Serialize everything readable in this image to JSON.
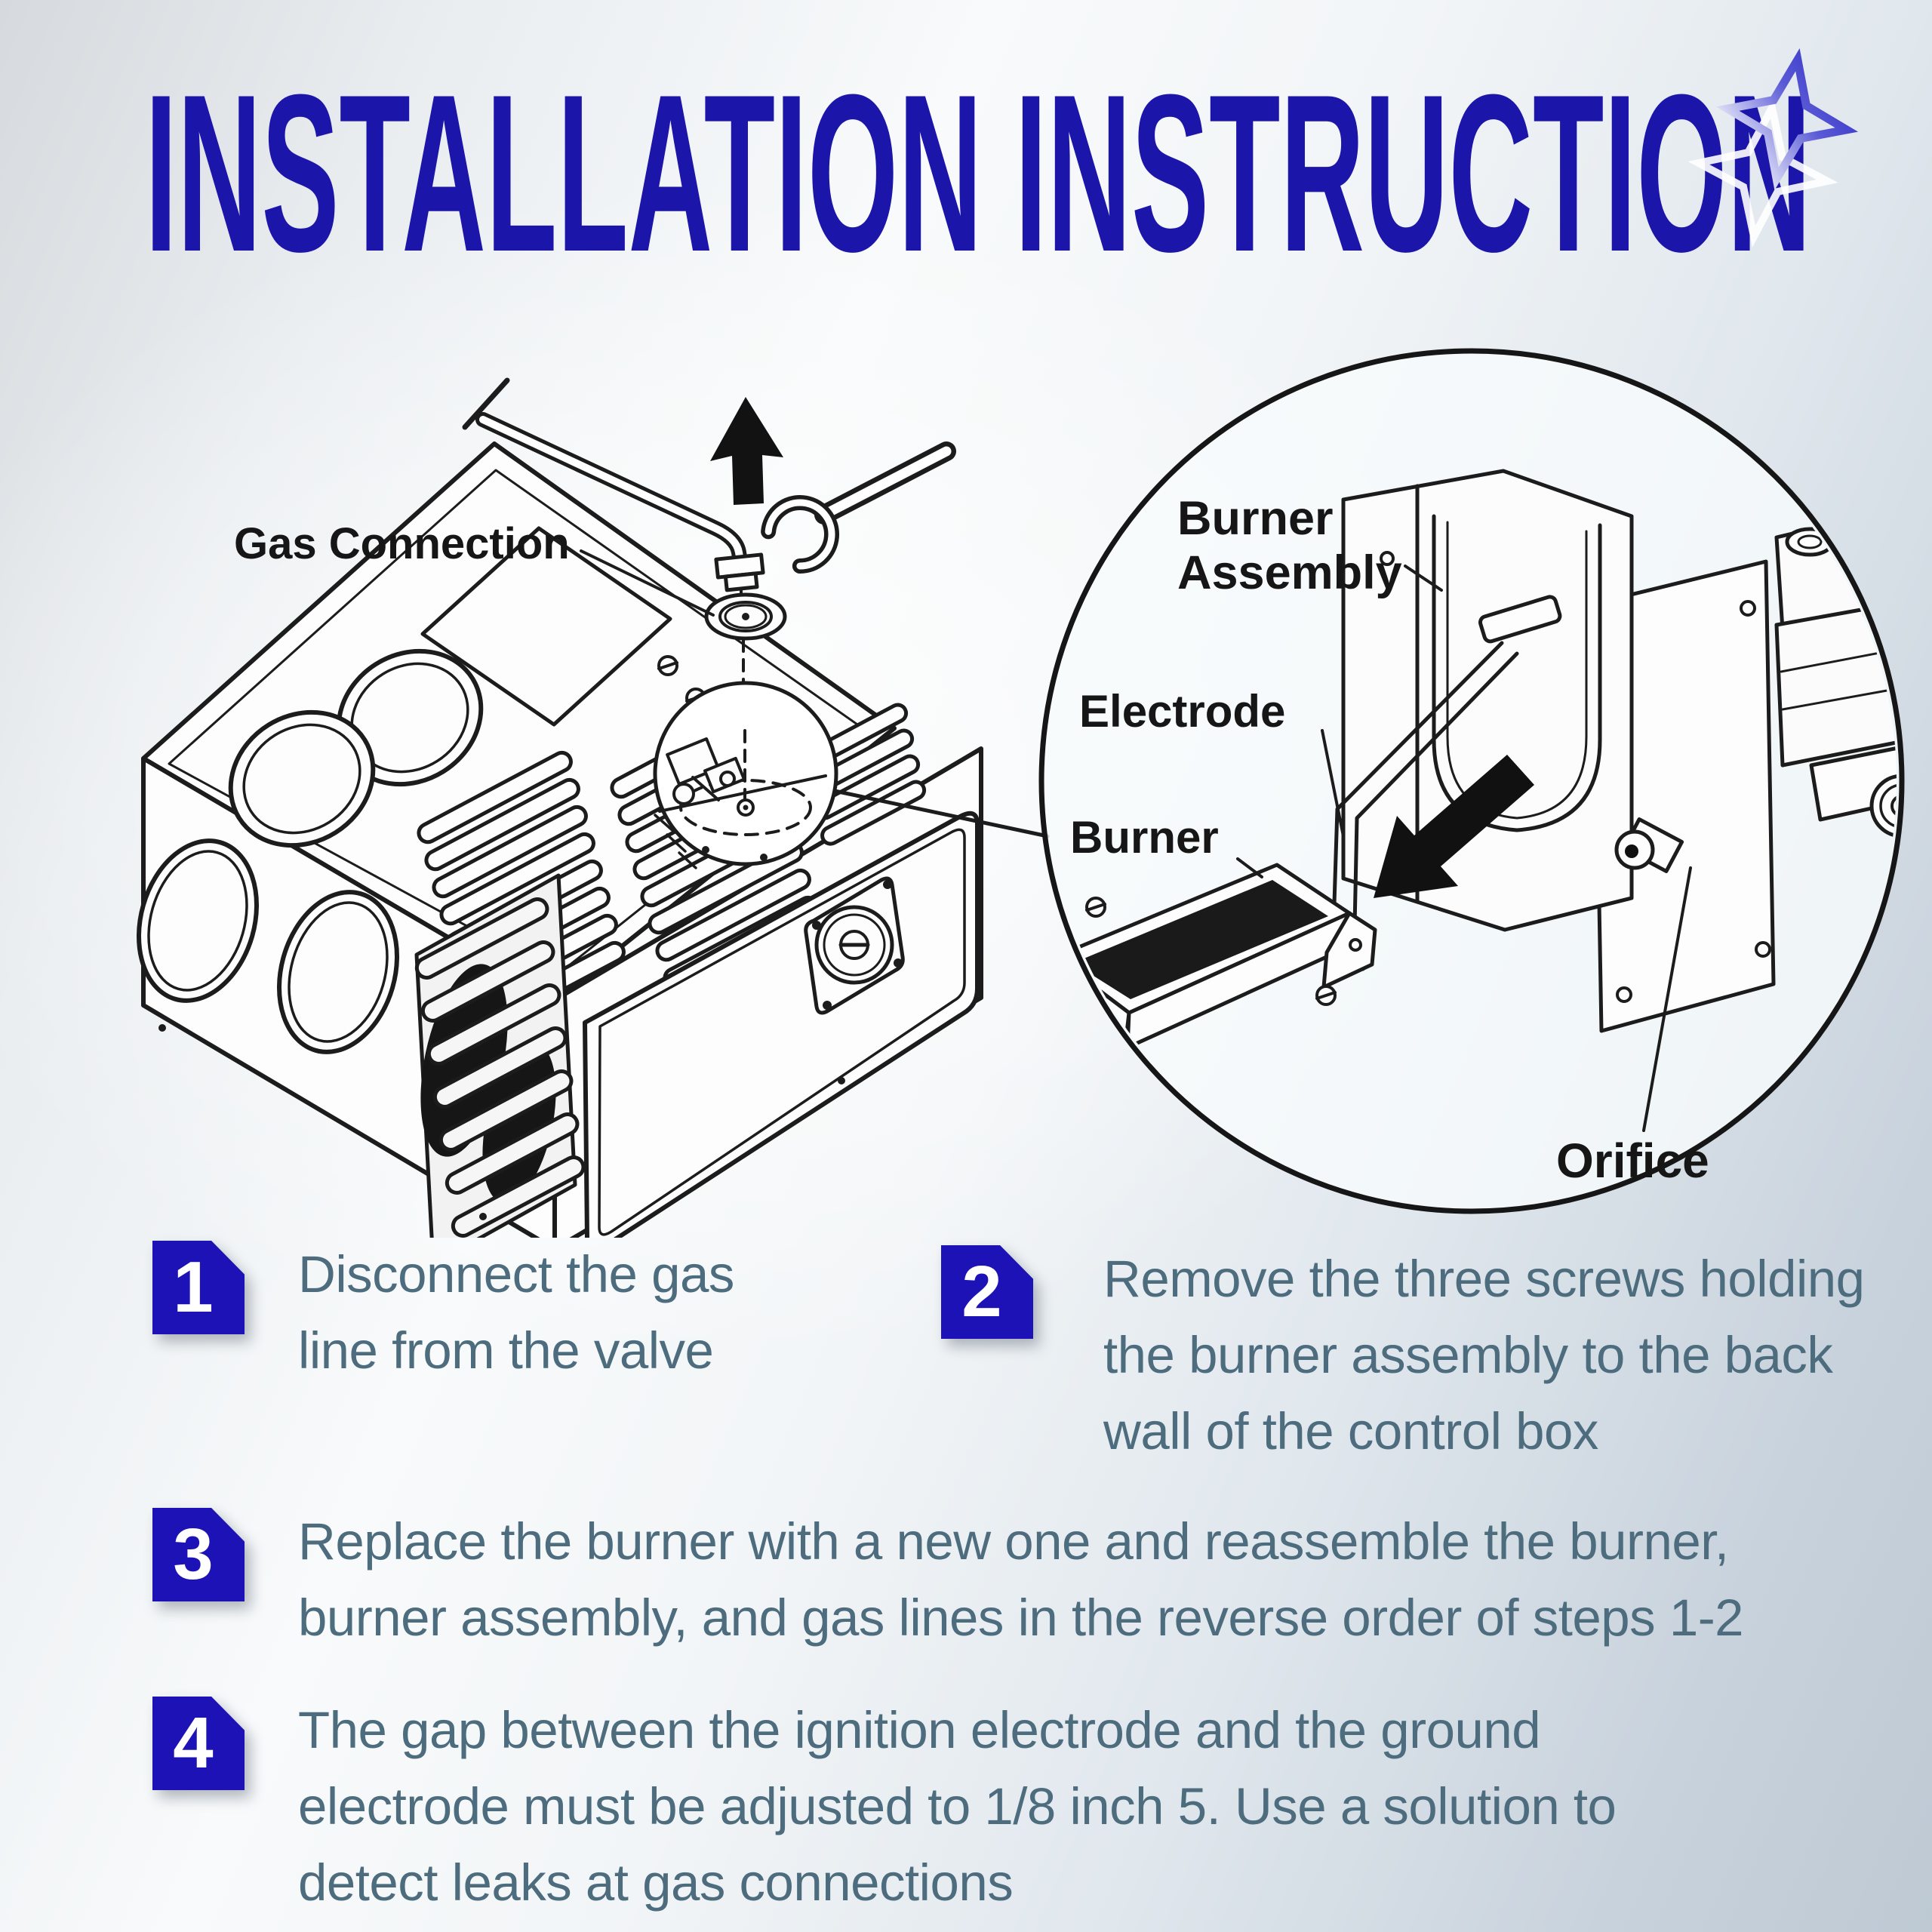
{
  "header": {
    "title": "INSTALLATION INSTRUCTION",
    "sparkle_icon": "four-point-star"
  },
  "diagram": {
    "main_view": {
      "gas_connection_label": "Gas Connection"
    },
    "detail_view": {
      "burner_assembly_label_line1": "Burner",
      "burner_assembly_label_line2": "Assembly",
      "electrode_label": "Electrode",
      "burner_label": "Burner",
      "orifice_label": "Orifice"
    }
  },
  "steps": [
    {
      "number": "1",
      "lines": [
        "Disconnect the gas",
        "line from the valve"
      ]
    },
    {
      "number": "2",
      "lines": [
        "Remove the three screws holding",
        "the burner assembly to the back",
        "wall of the control box"
      ]
    },
    {
      "number": "3",
      "lines": [
        "Replace the burner with a new one and reassemble the burner,",
        "burner assembly, and gas lines in the reverse order of steps 1-2"
      ]
    },
    {
      "number": "4",
      "lines": [
        "The gap between the ignition electrode and the ground",
        "electrode must be adjusted to 1/8 inch 5. Use a solution to",
        "detect leaks at gas connections"
      ]
    }
  ],
  "colors": {
    "title_blue": "#1b15a9",
    "badge_blue": "#1d12b5",
    "step_text": "#4d6c7e",
    "line_art": "#1c1c1c"
  }
}
